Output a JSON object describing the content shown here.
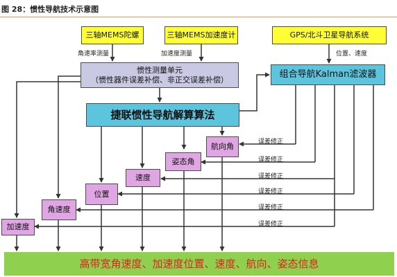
{
  "figure": {
    "caption": "图 28：惯性导航技术示意图"
  },
  "boxes": {
    "gyro": "三轴MEMS陀螺",
    "accelerometer": "三轴MEMS加速度计",
    "gps": "GPS/北斗卫星导航系统",
    "imu_line1": "惯性测量单元",
    "imu_line2": "（惯性器件误差补偿、非正交误差补偿）",
    "kalman": "组合导航Kalman滤波器",
    "strapdown": "捷联惯性导航解算算法",
    "heading": "航向角",
    "attitude": "姿态角",
    "velocity": "速度",
    "position": "位置",
    "angular_rate": "角速度",
    "acceleration": "加速度",
    "output": "高带宽角速度、加速度位置、速度、航向、姿态信息"
  },
  "labels": {
    "gyro_out": "角速率测量",
    "accel_out": "加速度测量",
    "gps_out": "位置、速度",
    "correction": "误差修正"
  },
  "colors": {
    "sensor_box": "#ffff33",
    "imu_box": "#c9c9e4",
    "algorithm_box": "#5cc4dc",
    "output_box": "#e0a6e4",
    "result_bar": "#8fd14f",
    "result_text": "#e02020"
  }
}
